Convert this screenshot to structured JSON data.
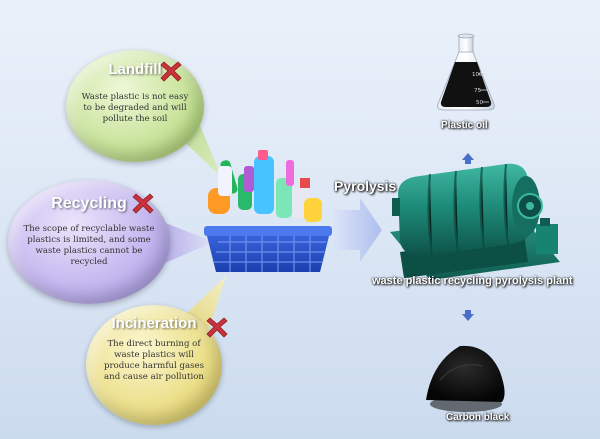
{
  "diagram": {
    "bubbles": [
      {
        "title": "Landfill",
        "text": "Waste plastic is not easy to be degraded and will pollute the soil",
        "color": "#b6da7c"
      },
      {
        "title": "Recycling",
        "text": "The scope of recyclable waste plastics is limited, and some waste plastics cannot be recycled",
        "color": "#b3a6ea"
      },
      {
        "title": "Incineration",
        "text": "The direct burning of waste plastics will produce harmful gases and cause air pollution",
        "color": "#e6d877"
      }
    ],
    "process_label": "Pyrolysis",
    "plant_label": "waste plastic recycling pyrolysis plant",
    "products": {
      "oil": "Plastic oil",
      "carbon": "Carbon black"
    },
    "flask_marks": [
      "100",
      "75",
      "50"
    ],
    "icons": {
      "reject": "x-mark-icon",
      "up": "arrow-up-icon",
      "down": "arrow-down-icon"
    },
    "colors": {
      "reject": "#c8323a",
      "machine": "#1f8c7a",
      "arrow": "#c5d3f2"
    }
  }
}
